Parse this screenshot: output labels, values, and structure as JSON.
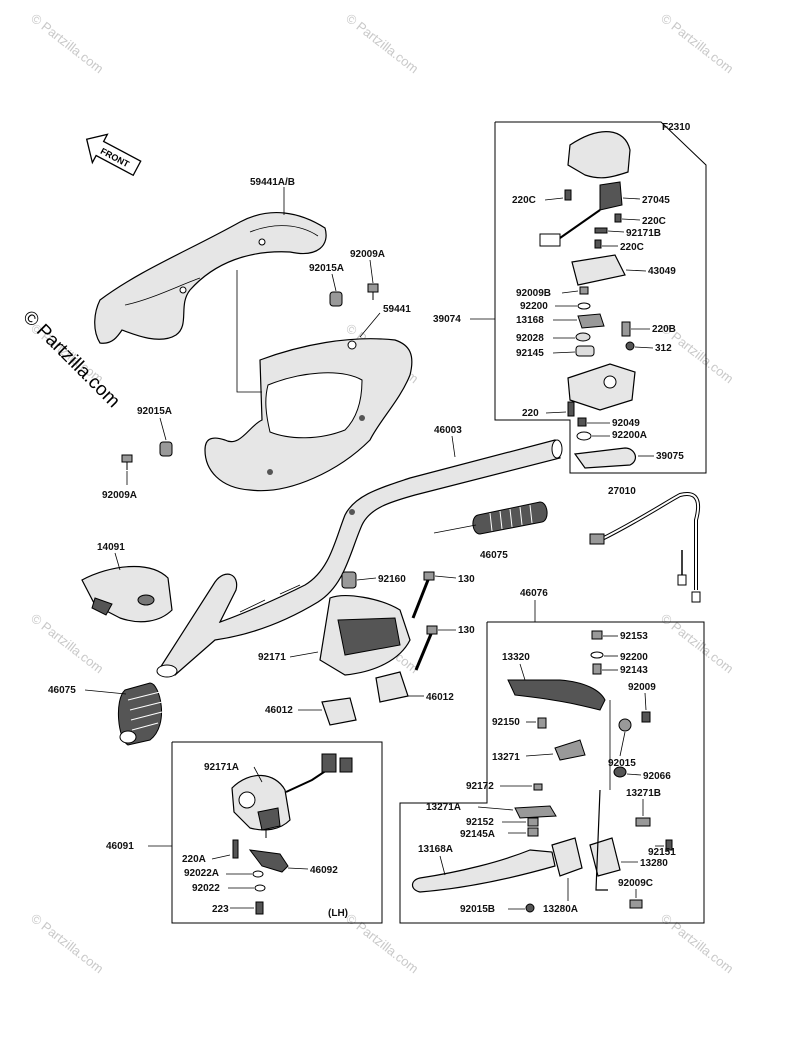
{
  "diagram": {
    "figure_code": "F2310",
    "front_label": "FRONT",
    "side_note": "(LH)",
    "watermark": "© Partzilla.com",
    "labels": {
      "l59441ab": "59441A/B",
      "l92009a_top": "92009A",
      "l92015a_top": "92015A",
      "l59441": "59441",
      "l92015a_left": "92015A",
      "l92009a_left": "92009A",
      "l46003": "46003",
      "l14091": "14091",
      "l46075_right": "46075",
      "l46075_left": "46075",
      "l92160": "92160",
      "l130a": "130",
      "l130b": "130",
      "l92171": "92171",
      "l46012a": "46012",
      "l46012b": "46012",
      "l27010": "27010",
      "l46076": "46076",
      "l39074": "39074",
      "l220c_a": "220C",
      "l27045": "27045",
      "l220c_b": "220C",
      "l92171b": "92171B",
      "l220c_c": "220C",
      "l43049": "43049",
      "l92009b": "92009B",
      "l92200_top": "92200",
      "l13168": "13168",
      "l220b": "220B",
      "l92028": "92028",
      "l312": "312",
      "l92145": "92145",
      "l220": "220",
      "l92049": "92049",
      "l92200a": "92200A",
      "l39075": "39075",
      "l13320": "13320",
      "l92153": "92153",
      "l92200_mid": "92200",
      "l92143": "92143",
      "l92009": "92009",
      "l92150": "92150",
      "l13271": "13271",
      "l92015": "92015",
      "l92066": "92066",
      "l92172": "92172",
      "l13271b": "13271B",
      "l13271a": "13271A",
      "l92152": "92152",
      "l92145a": "92145A",
      "l13168a": "13168A",
      "l92151": "92151",
      "l13280": "13280",
      "l92009c": "92009C",
      "l92015b": "92015B",
      "l13280a": "13280A",
      "l92171a": "92171A",
      "l46091": "46091",
      "l220a": "220A",
      "l46092": "46092",
      "l92022a": "92022A",
      "l92022": "92022",
      "l223": "223"
    }
  }
}
